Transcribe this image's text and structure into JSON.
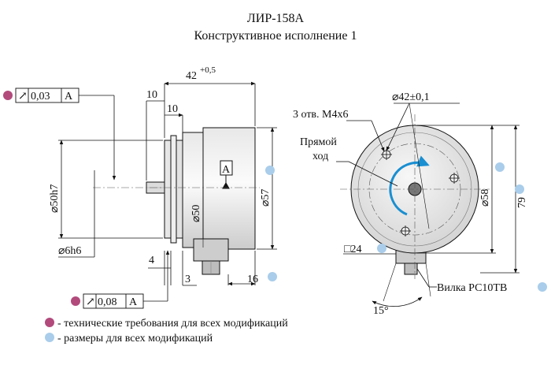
{
  "title": {
    "model": "ЛИР-158А",
    "subtitle": "Конструктивное исполнение 1"
  },
  "colors": {
    "tech_requirement_dot": "#b24a7c",
    "dimension_dot": "#a9cdea",
    "rotation_arrow": "#1a8fd1",
    "body_fill_light": "#f4f4f4",
    "body_fill_dark": "#cfcfcf"
  },
  "side_view": {
    "dim_length": "42",
    "dim_length_tol": "+0,5",
    "dim_flange_offset": "10",
    "dim_flange_width": "10",
    "dim_body_diameter": "⌀57",
    "dim_hub_diameter": "⌀50",
    "dim_spigot": "⌀50h7",
    "dim_shaft": "⌀6h6",
    "dim_gap_4": "4",
    "dim_gap_3": "3",
    "dim_connector": "16",
    "datum_label": "A",
    "tol_runout_top": {
      "symbol": "↗",
      "value": "0,03",
      "datum": "A"
    },
    "tol_runout_bottom": {
      "symbol": "↗",
      "value": "0,08",
      "datum": "A"
    }
  },
  "front_view": {
    "holes_note": "3 отв. М4х6",
    "bolt_circle": "⌀42±0,1",
    "rotation_label_line1": "Прямой",
    "rotation_label_line2": "ход",
    "dim_diameter": "⌀58",
    "dim_height": "79",
    "dim_square": "□24",
    "dim_angle": "15°",
    "connector_label": "Вилка РС10ТВ"
  },
  "legend": [
    {
      "color_key": "tech_requirement_dot",
      "text": "- технические требования для всех модификаций"
    },
    {
      "color_key": "dimension_dot",
      "text": "- размеры для всех модификаций"
    }
  ]
}
